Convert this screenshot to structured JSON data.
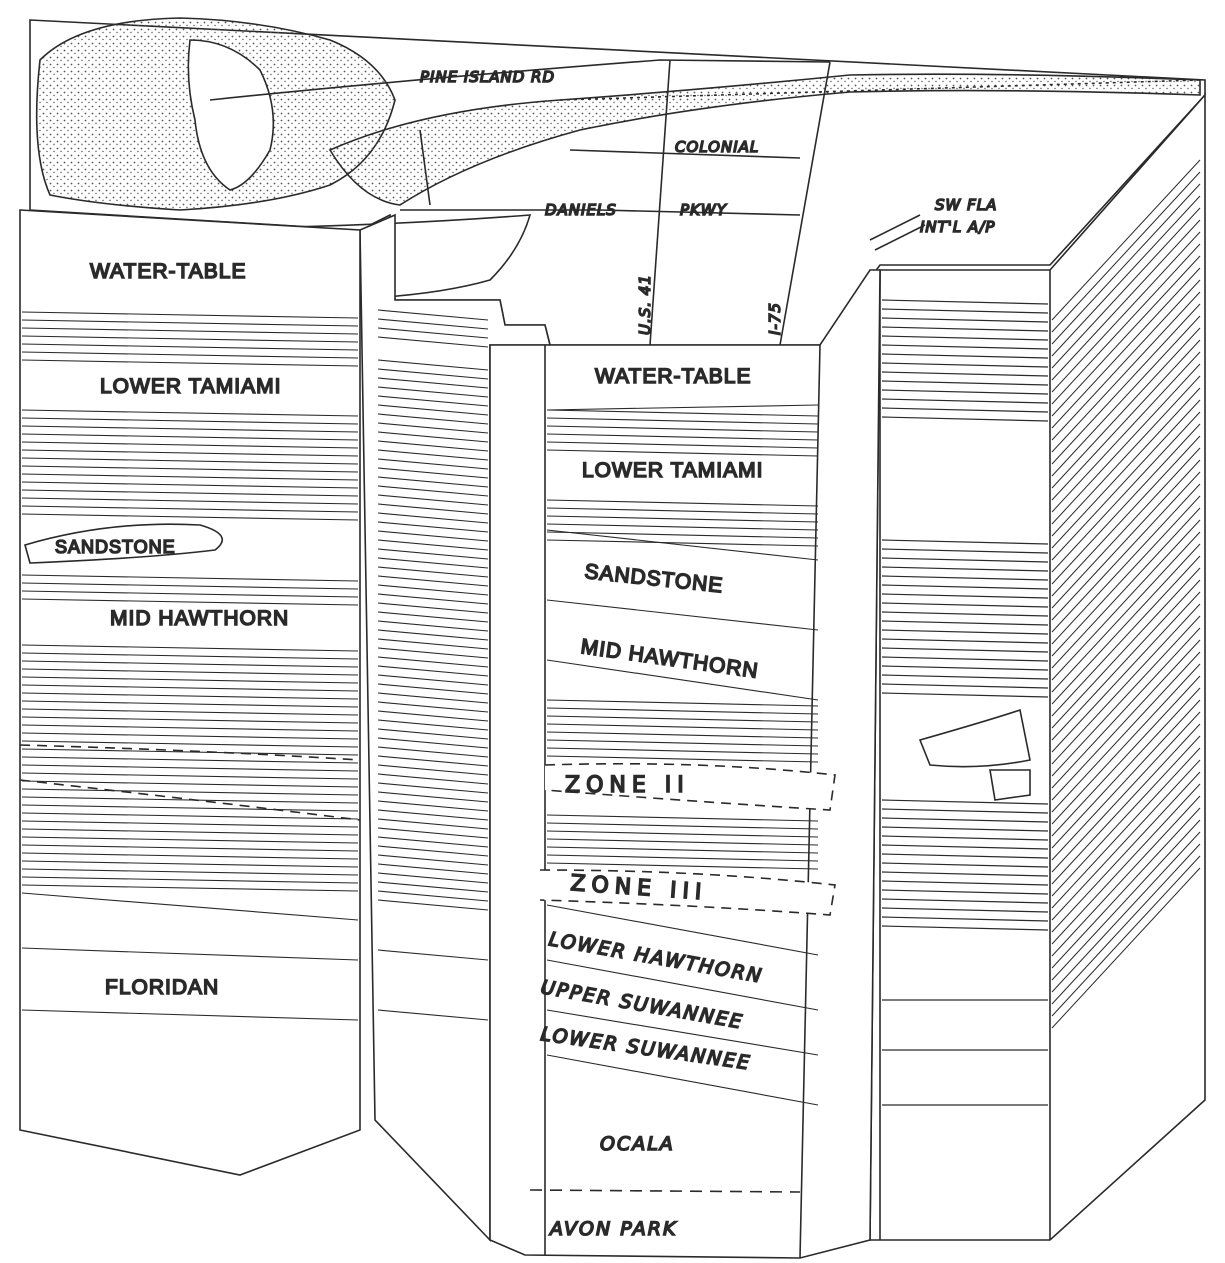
{
  "map": {
    "roads": {
      "pine_island_rd": "PINE ISLAND RD",
      "colonial": "COLONIAL",
      "daniels": "DANIELS",
      "pkwy": "PKWY",
      "us41": "U.S. 41",
      "i75": "I-75",
      "airport_line1": "SW FLA",
      "airport_line2": "INT'L A/P"
    }
  },
  "left_block": {
    "labels": {
      "water_table": "WATER-TABLE",
      "lower_tamiami": "LOWER TAMIAMI",
      "sandstone": "SANDSTONE",
      "mid_hawthorn": "MID HAWTHORN",
      "floridan": "FLORIDAN"
    }
  },
  "front_block": {
    "labels": {
      "water_table": "WATER-TABLE",
      "lower_tamiami": "LOWER TAMIAMI",
      "sandstone": "SANDSTONE",
      "mid_hawthorn": "MID HAWTHORN",
      "zone_ii": "ZONE II",
      "zone_iii": "ZONE III",
      "lower_hawthorn": "LOWER HAWTHORN",
      "upper_suwannee": "UPPER SUWANNEE",
      "lower_suwannee": "LOWER SUWANNEE",
      "ocala": "OCALA",
      "avon_park": "AVON PARK"
    }
  },
  "colors": {
    "ink": "#2a2a2a",
    "paper": "#ffffff",
    "stipple": "#555555"
  }
}
